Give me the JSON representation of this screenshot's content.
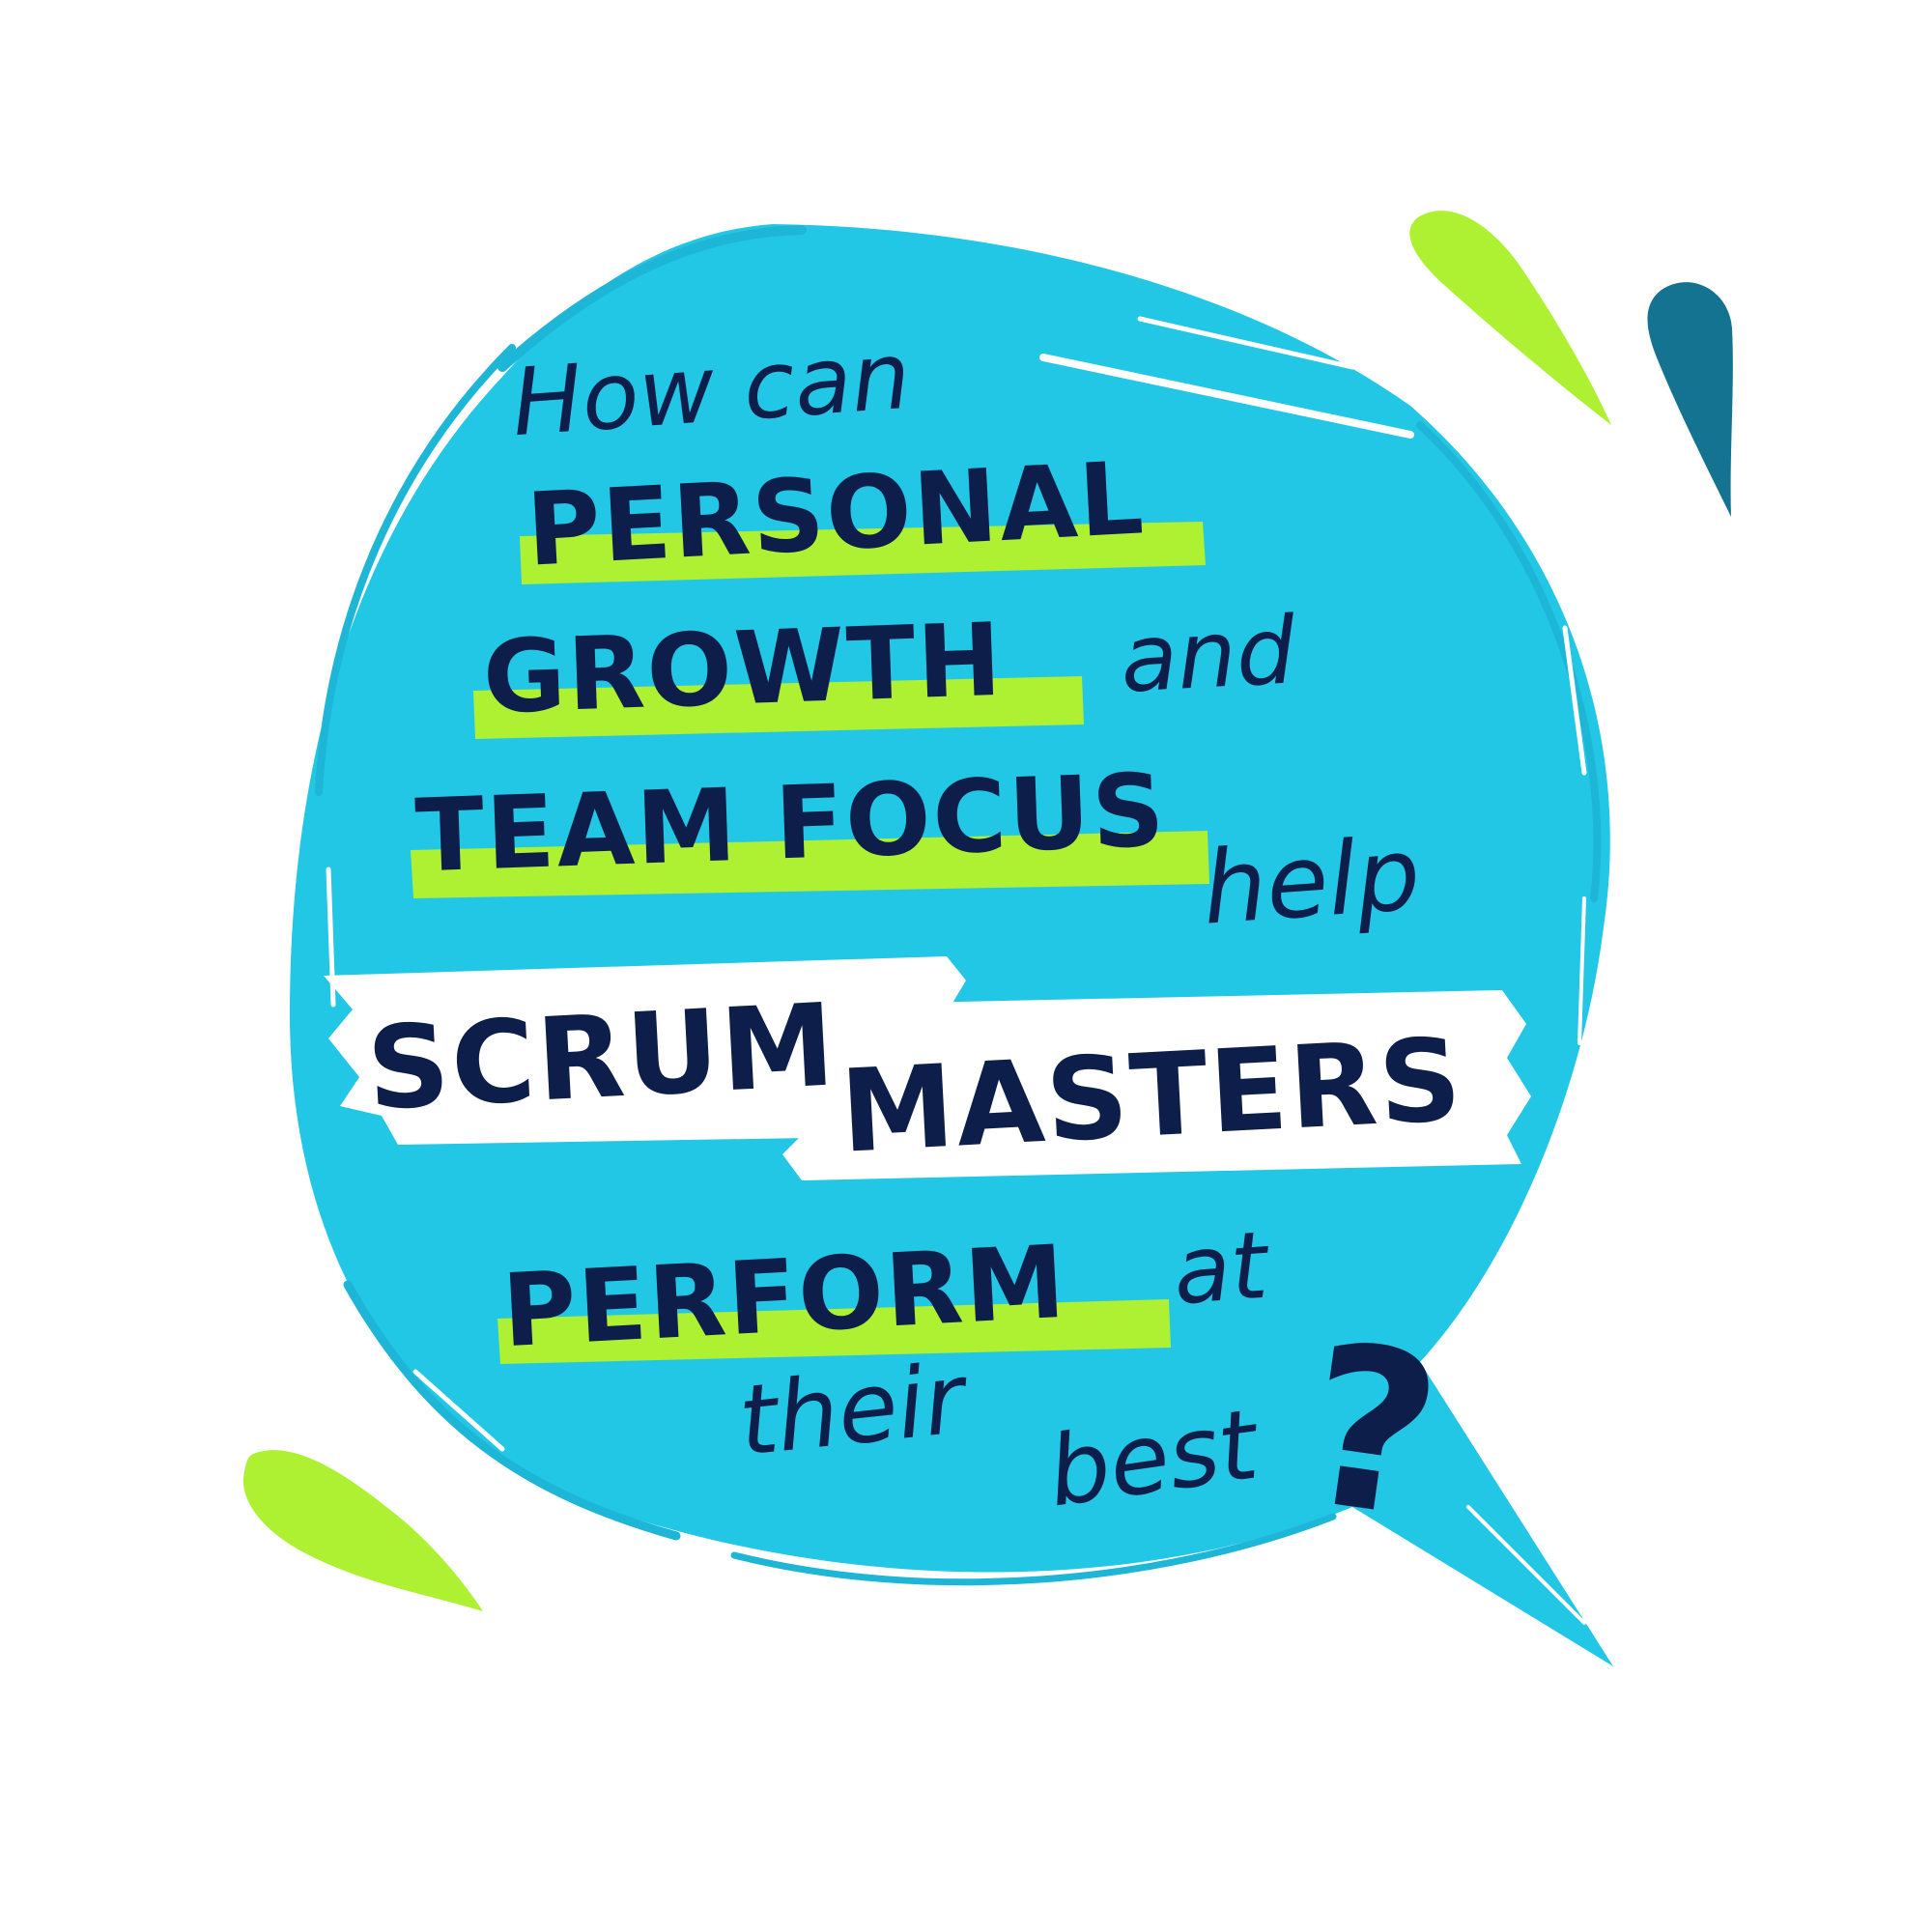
{
  "colors": {
    "bubble": "#22c7e6",
    "bubble_edge": "#1eb6d6",
    "highlight_green": "#aef133",
    "white_band": "#ffffff",
    "text_navy": "#0d1e4a",
    "drop_teal": "#137391",
    "drop_green": "#aef133"
  },
  "text": {
    "how_can": "How can",
    "personal": "PERSONAL",
    "growth": "GROWTH",
    "and": "and",
    "team_focus": "TEAM FOCUS",
    "help": "help",
    "scrum": "SCRUM",
    "masters": "MASTERS",
    "perform": "PERFORM",
    "at": "at",
    "their": "their",
    "best": "best",
    "question_mark": "?"
  },
  "icons": {
    "bubble": "speech-bubble-icon",
    "drops": [
      "green-drop-icon",
      "teal-drop-icon",
      "green-drop-icon"
    ]
  }
}
